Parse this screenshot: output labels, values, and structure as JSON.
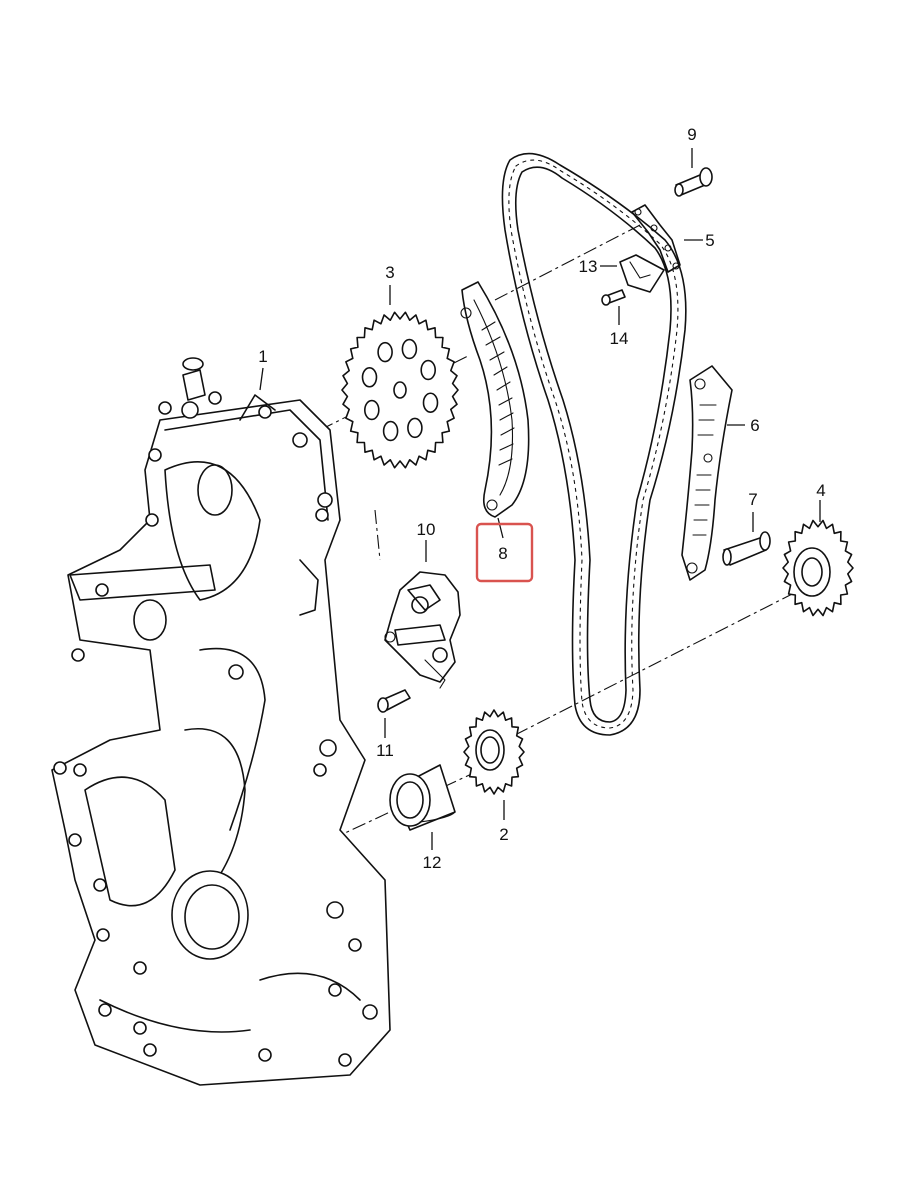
{
  "diagram": {
    "highlight_color": "#d9534f",
    "highlighted_part": "8",
    "callouts": [
      {
        "id": "1",
        "text": "1"
      },
      {
        "id": "2",
        "text": "2"
      },
      {
        "id": "3",
        "text": "3"
      },
      {
        "id": "4",
        "text": "4"
      },
      {
        "id": "5",
        "text": "5"
      },
      {
        "id": "6",
        "text": "6"
      },
      {
        "id": "7",
        "text": "7"
      },
      {
        "id": "8",
        "text": "8"
      },
      {
        "id": "9",
        "text": "9"
      },
      {
        "id": "10",
        "text": "10"
      },
      {
        "id": "11",
        "text": "11"
      },
      {
        "id": "12",
        "text": "12"
      },
      {
        "id": "13",
        "text": "13"
      },
      {
        "id": "14",
        "text": "14"
      }
    ]
  }
}
